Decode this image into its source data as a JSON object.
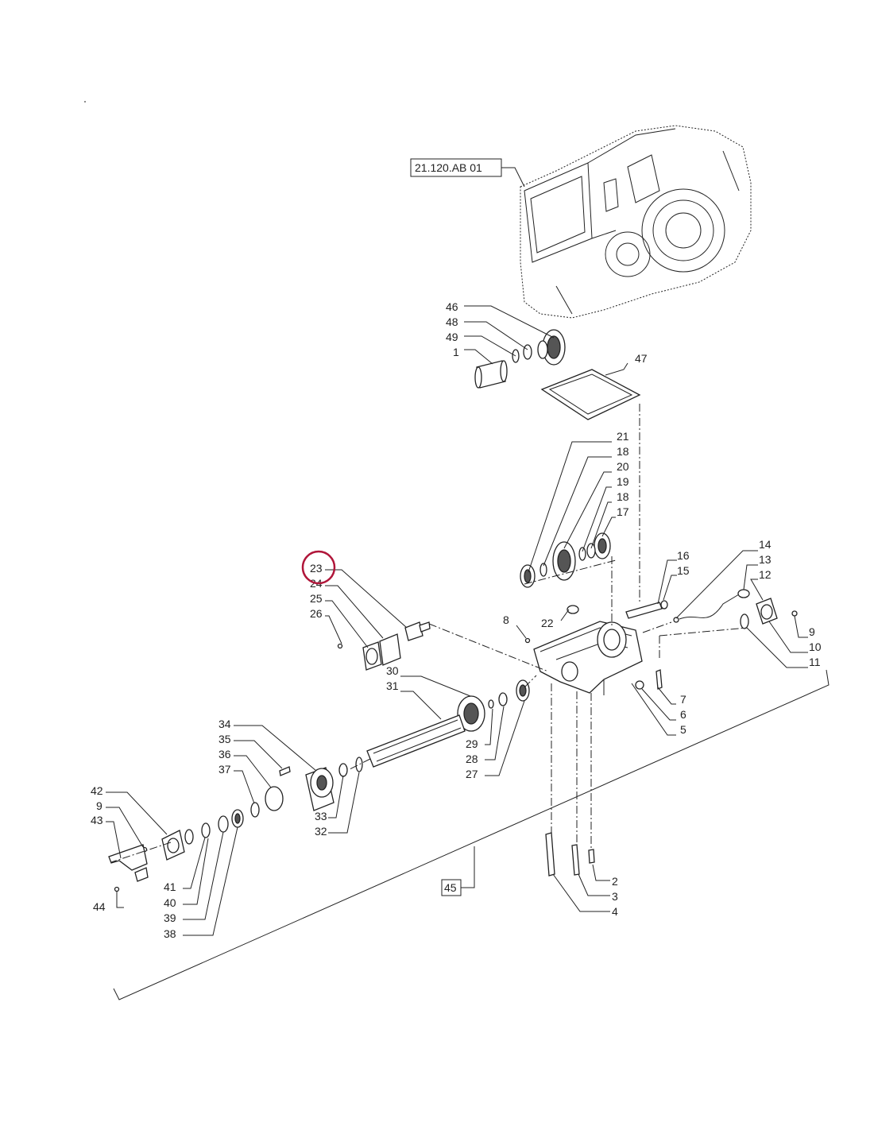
{
  "reference_box": "21.120.AB 01",
  "assembly_ref": "45",
  "highlight_color": "#b0163a",
  "highlighted_label": "23",
  "callouts": [
    "1",
    "2",
    "3",
    "4",
    "5",
    "6",
    "7",
    "8",
    "9",
    "10",
    "11",
    "12",
    "13",
    "14",
    "15",
    "16",
    "17",
    "18",
    "19",
    "20",
    "21",
    "22",
    "23",
    "24",
    "25",
    "26",
    "27",
    "28",
    "29",
    "30",
    "31",
    "32",
    "33",
    "34",
    "35",
    "36",
    "37",
    "38",
    "39",
    "40",
    "41",
    "42",
    "43",
    "44",
    "46",
    "47",
    "48",
    "49"
  ]
}
